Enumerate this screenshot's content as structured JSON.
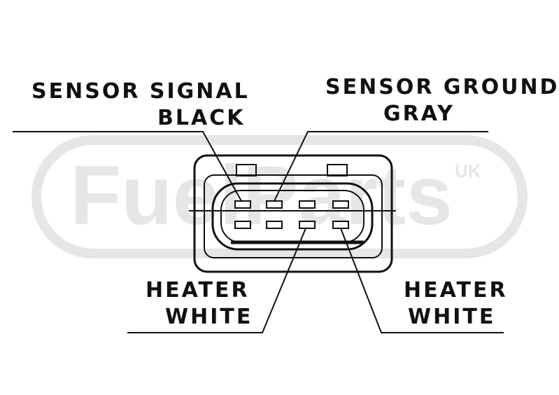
{
  "watermark": {
    "brand": "FuelParts",
    "region": "UK"
  },
  "labels": {
    "sensor_signal": {
      "line1": "SENSOR SIGNAL",
      "line2": "BLACK"
    },
    "sensor_ground": {
      "line1": "SENSOR GROUND",
      "line2": "GRAY"
    },
    "heater_left": {
      "line1": "HEATER",
      "line2": "WHITE"
    },
    "heater_right": {
      "line1": "HEATER",
      "line2": "WHITE"
    }
  },
  "colors": {
    "line": "#111111",
    "watermark": "#e6e6e6"
  }
}
